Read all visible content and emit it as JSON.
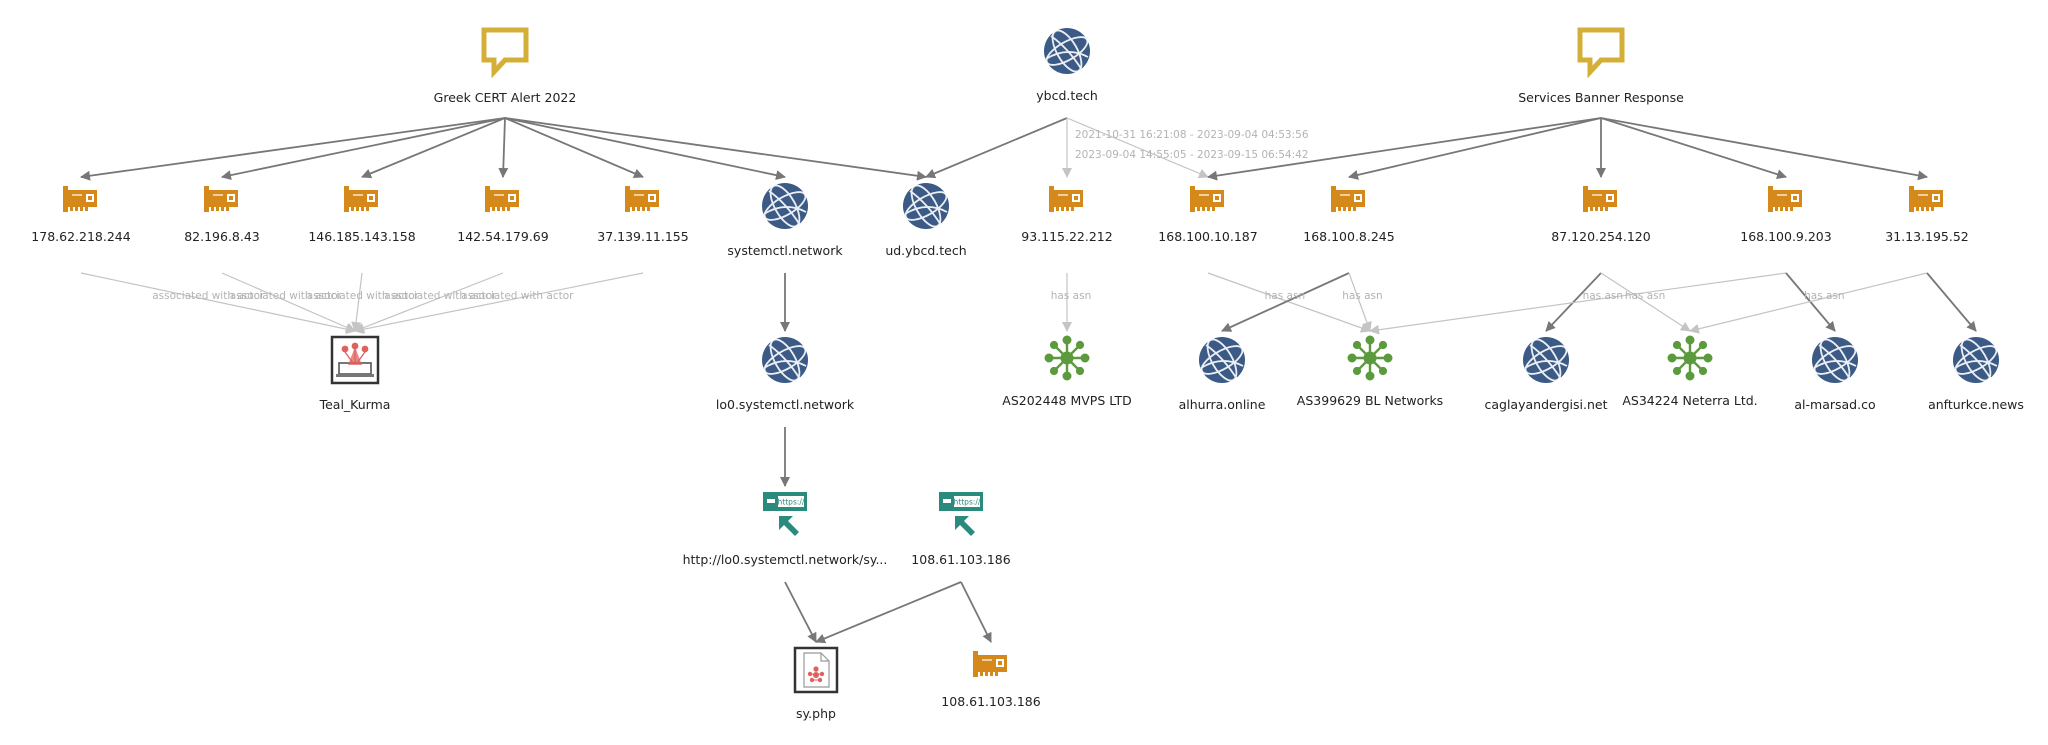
{
  "colors": {
    "report": "#d4af37",
    "ip": "#d6891b",
    "domain": "#3b5a86",
    "asn": "#5c9b3d",
    "url": "#2a8a7b",
    "file": "#e0605d",
    "actor": "#e0605d",
    "edge_strong": "#777777",
    "edge_weak": "#c4c4c4",
    "edge_label": "#b3b3b3"
  },
  "nodes": {
    "greek_cert": {
      "label": "Greek CERT Alert 2022",
      "icon": "speech-bubble-icon",
      "type": "report"
    },
    "ybcd_tech": {
      "label": "ybcd.tech",
      "icon": "globe-icon",
      "type": "domain"
    },
    "services_banner": {
      "label": "Services Banner Response",
      "icon": "speech-bubble-icon",
      "type": "report"
    },
    "ip_178_62": {
      "label": "178.62.218.244",
      "icon": "network-card-icon",
      "type": "ip"
    },
    "ip_82_196": {
      "label": "82.196.8.43",
      "icon": "network-card-icon",
      "type": "ip"
    },
    "ip_146_185": {
      "label": "146.185.143.158",
      "icon": "network-card-icon",
      "type": "ip"
    },
    "ip_142_54": {
      "label": "142.54.179.69",
      "icon": "network-card-icon",
      "type": "ip"
    },
    "ip_37_139": {
      "label": "37.139.11.155",
      "icon": "network-card-icon",
      "type": "ip"
    },
    "systemctl": {
      "label": "systemctl.network",
      "icon": "globe-icon",
      "type": "domain"
    },
    "ud_ybcd": {
      "label": "ud.ybcd.tech",
      "icon": "globe-icon",
      "type": "domain"
    },
    "ip_93_115": {
      "label": "93.115.22.212",
      "icon": "network-card-icon",
      "type": "ip"
    },
    "ip_168_10_187": {
      "label": "168.100.10.187",
      "icon": "network-card-icon",
      "type": "ip"
    },
    "ip_168_8_245": {
      "label": "168.100.8.245",
      "icon": "network-card-icon",
      "type": "ip"
    },
    "ip_87_120": {
      "label": "87.120.254.120",
      "icon": "network-card-icon",
      "type": "ip"
    },
    "ip_168_9_203": {
      "label": "168.100.9.203",
      "icon": "network-card-icon",
      "type": "ip"
    },
    "ip_31_13": {
      "label": "31.13.195.52",
      "icon": "network-card-icon",
      "type": "ip"
    },
    "teal_kurma": {
      "label": "Teal_Kurma",
      "icon": "threat-actor-icon",
      "type": "actor"
    },
    "lo0": {
      "label": "lo0.systemctl.network",
      "icon": "globe-icon",
      "type": "domain"
    },
    "as202448": {
      "label": "AS202448 MVPS LTD",
      "icon": "asn-hub-icon",
      "type": "asn"
    },
    "alhurra": {
      "label": "alhurra.online",
      "icon": "globe-icon",
      "type": "domain"
    },
    "as399629": {
      "label": "AS399629 BL Networks",
      "icon": "asn-hub-icon",
      "type": "asn"
    },
    "caglayan": {
      "label": "caglayandergisi.net",
      "icon": "globe-icon",
      "type": "domain"
    },
    "as34224": {
      "label": "AS34224 Neterra Ltd.",
      "icon": "asn-hub-icon",
      "type": "asn"
    },
    "al_marsad": {
      "label": "al-marsad.co",
      "icon": "globe-icon",
      "type": "domain"
    },
    "anfturkce": {
      "label": "anfturkce.news",
      "icon": "globe-icon",
      "type": "domain"
    },
    "url_lo0": {
      "label": "http://lo0.systemctl.network/sy...",
      "icon": "url-icon",
      "type": "url"
    },
    "url_108": {
      "label": "108.61.103.186",
      "icon": "url-icon",
      "type": "url"
    },
    "sy_php": {
      "label": "sy.php",
      "icon": "file-icon",
      "type": "file"
    },
    "ip_108": {
      "label": "108.61.103.186",
      "icon": "network-card-icon",
      "type": "ip"
    }
  },
  "edge_labels": {
    "associated_with_actor": "associated with actor",
    "has_asn": "has asn",
    "ybcd_ip_93_dates": "2021-10-31 16:21:08 - 2023-09-04 04:53:56",
    "ybcd_ip_168_dates": "2023-09-04 14:55:05 - 2023-09-15 06:54:42"
  },
  "edges": [
    {
      "from": "greek_cert",
      "to": "ip_178_62",
      "style": "strong"
    },
    {
      "from": "greek_cert",
      "to": "ip_82_196",
      "style": "strong"
    },
    {
      "from": "greek_cert",
      "to": "ip_146_185",
      "style": "strong"
    },
    {
      "from": "greek_cert",
      "to": "ip_142_54",
      "style": "strong"
    },
    {
      "from": "greek_cert",
      "to": "ip_37_139",
      "style": "strong"
    },
    {
      "from": "greek_cert",
      "to": "systemctl",
      "style": "strong"
    },
    {
      "from": "greek_cert",
      "to": "ud_ybcd",
      "style": "strong"
    },
    {
      "from": "ybcd_tech",
      "to": "ud_ybcd",
      "style": "strong"
    },
    {
      "from": "ybcd_tech",
      "to": "ip_93_115",
      "style": "weak",
      "label": "ybcd_ip_93_dates"
    },
    {
      "from": "ybcd_tech",
      "to": "ip_168_10_187",
      "style": "weak",
      "label": "ybcd_ip_168_dates"
    },
    {
      "from": "services_banner",
      "to": "ip_168_10_187",
      "style": "strong"
    },
    {
      "from": "services_banner",
      "to": "ip_168_8_245",
      "style": "strong"
    },
    {
      "from": "services_banner",
      "to": "ip_87_120",
      "style": "strong"
    },
    {
      "from": "services_banner",
      "to": "ip_168_9_203",
      "style": "strong"
    },
    {
      "from": "services_banner",
      "to": "ip_31_13",
      "style": "strong"
    },
    {
      "from": "ip_178_62",
      "to": "teal_kurma",
      "style": "weak",
      "label": "associated_with_actor"
    },
    {
      "from": "ip_82_196",
      "to": "teal_kurma",
      "style": "weak",
      "label": "associated_with_actor"
    },
    {
      "from": "ip_146_185",
      "to": "teal_kurma",
      "style": "weak",
      "label": "associated_with_actor"
    },
    {
      "from": "ip_142_54",
      "to": "teal_kurma",
      "style": "weak",
      "label": "associated_with_actor"
    },
    {
      "from": "ip_37_139",
      "to": "teal_kurma",
      "style": "weak",
      "label": "associated_with_actor"
    },
    {
      "from": "systemctl",
      "to": "lo0",
      "style": "strong"
    },
    {
      "from": "ip_93_115",
      "to": "as202448",
      "style": "weak",
      "label": "has_asn"
    },
    {
      "from": "ip_168_10_187",
      "to": "as399629",
      "style": "weak",
      "label": "has_asn"
    },
    {
      "from": "ip_168_8_245",
      "to": "alhurra",
      "style": "strong"
    },
    {
      "from": "ip_168_8_245",
      "to": "as399629",
      "style": "weak",
      "label": "has_asn"
    },
    {
      "from": "ip_87_120",
      "to": "caglayan",
      "style": "strong"
    },
    {
      "from": "ip_87_120",
      "to": "as34224",
      "style": "weak",
      "label": "has_asn"
    },
    {
      "from": "ip_168_9_203",
      "to": "as399629",
      "style": "weak",
      "label": "has_asn"
    },
    {
      "from": "ip_168_9_203",
      "to": "al_marsad",
      "style": "strong"
    },
    {
      "from": "ip_31_13",
      "to": "as34224",
      "style": "weak",
      "label": "has_asn"
    },
    {
      "from": "ip_31_13",
      "to": "anfturkce",
      "style": "strong"
    },
    {
      "from": "lo0",
      "to": "url_lo0",
      "style": "strong"
    },
    {
      "from": "url_lo0",
      "to": "sy_php",
      "style": "strong"
    },
    {
      "from": "url_108",
      "to": "sy_php",
      "style": "strong"
    },
    {
      "from": "url_108",
      "to": "ip_108",
      "style": "strong"
    }
  ]
}
